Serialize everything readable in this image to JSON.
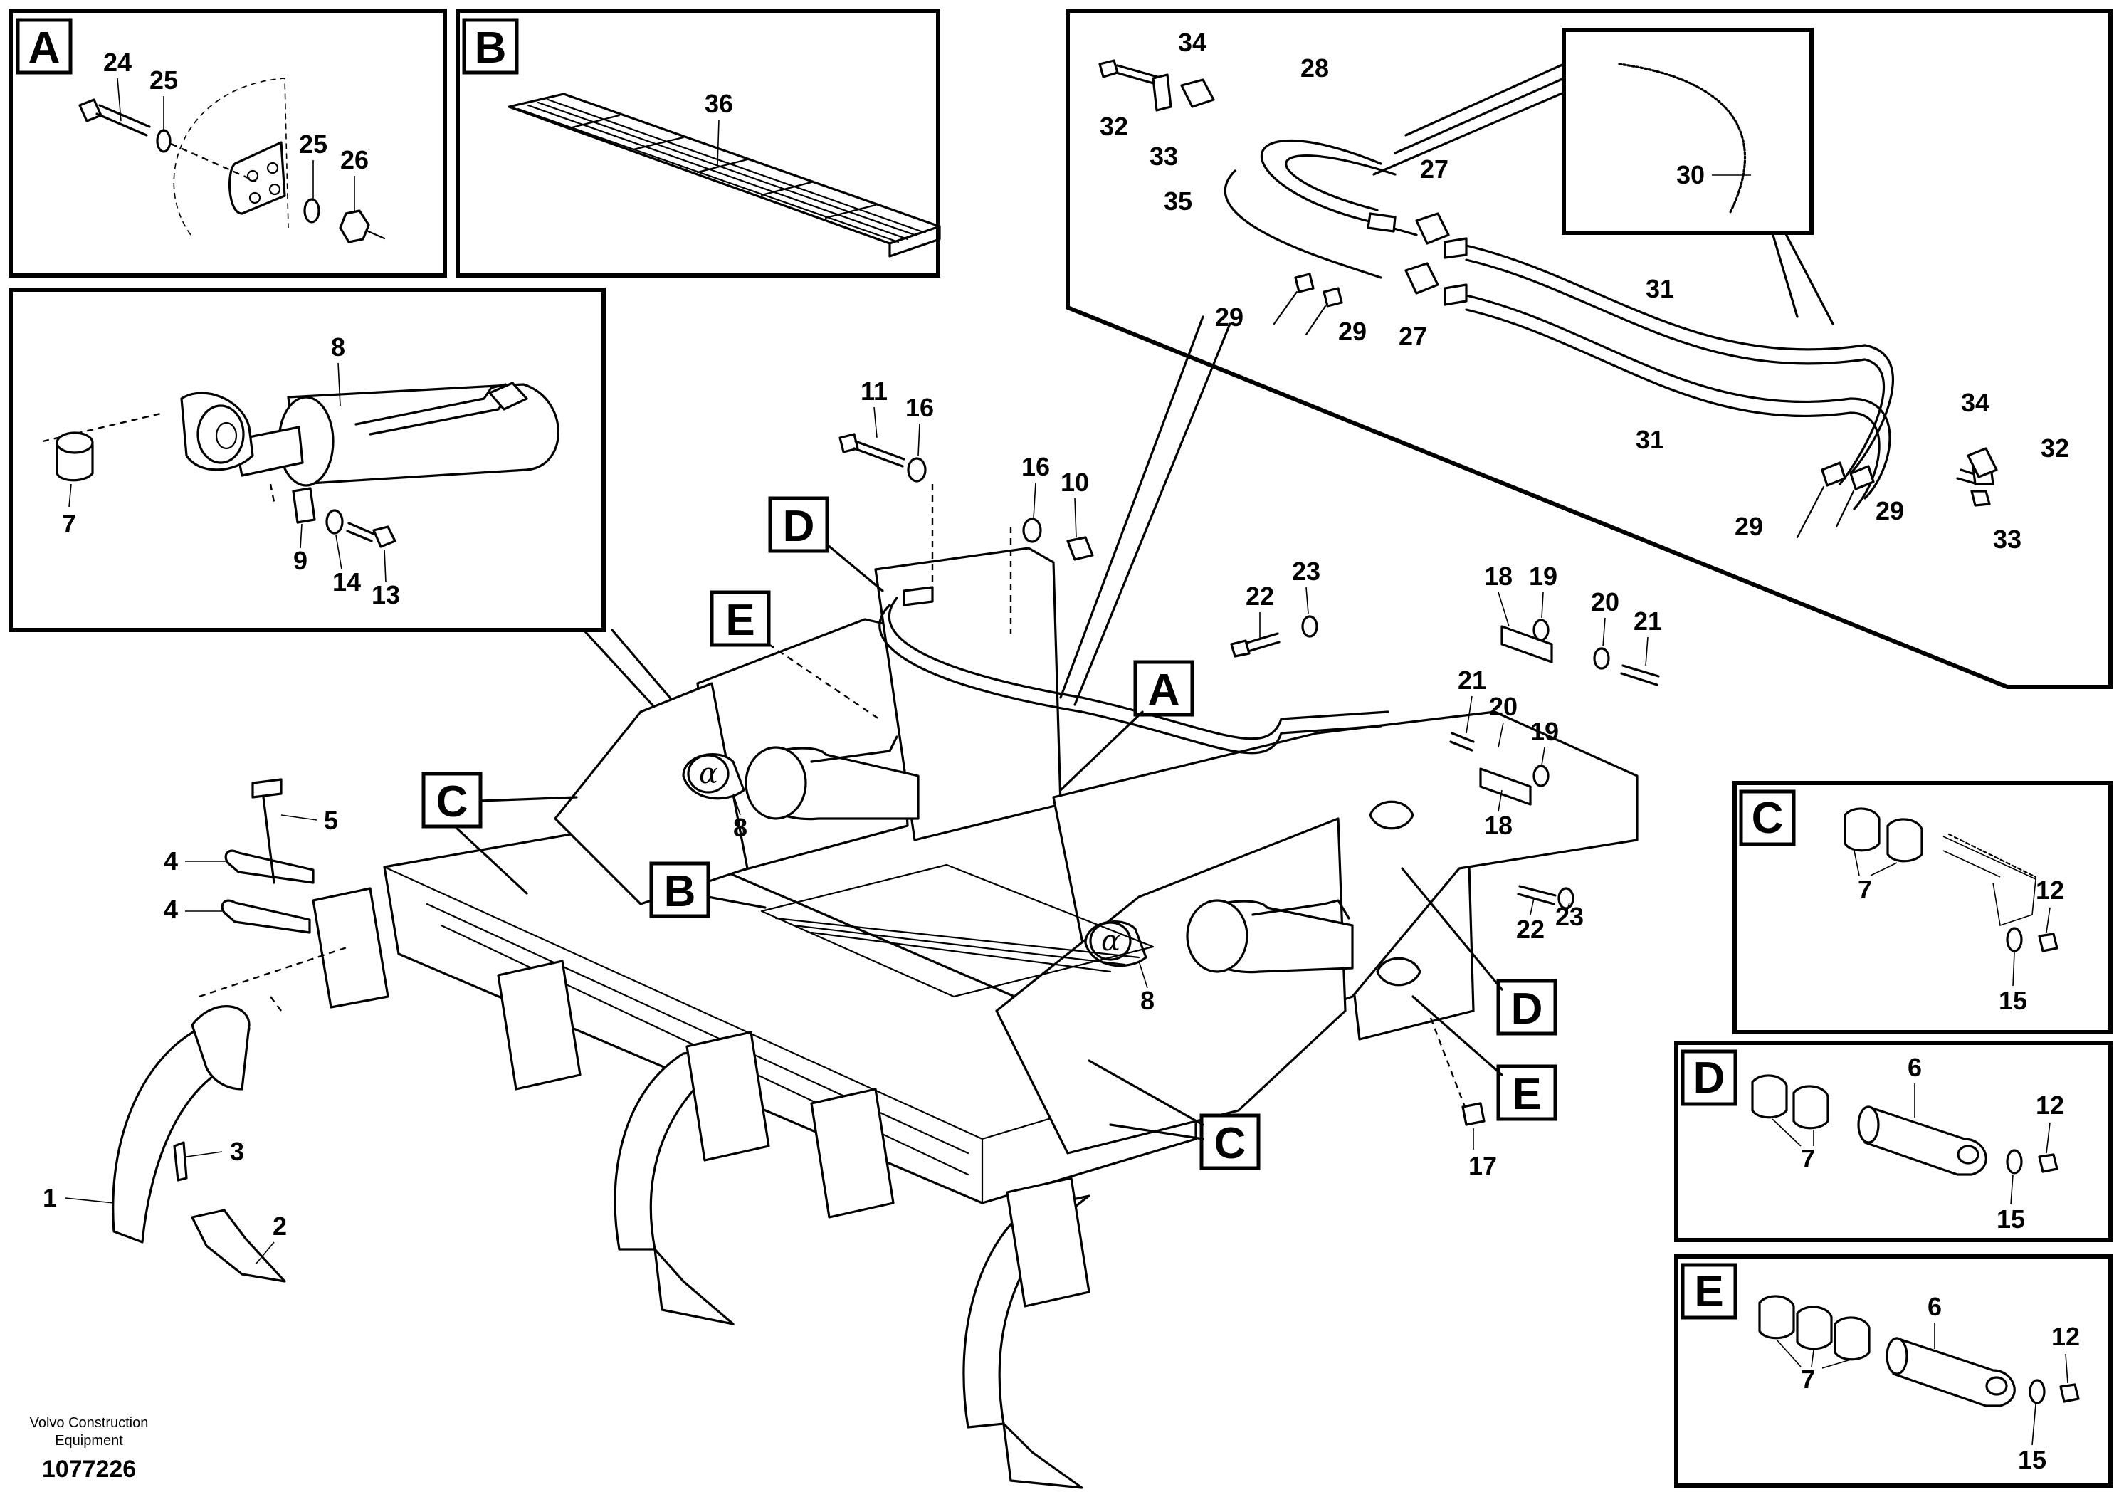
{
  "callout_letters": [
    "A",
    "B",
    "C",
    "D",
    "E"
  ],
  "part_numbers": [
    "1",
    "2",
    "3",
    "4",
    "5",
    "6",
    "7",
    "8",
    "9",
    "10",
    "11",
    "12",
    "13",
    "14",
    "15",
    "16",
    "17",
    "18",
    "19",
    "20",
    "21",
    "22",
    "23",
    "24",
    "25",
    "26",
    "27",
    "28",
    "29",
    "30",
    "31",
    "32",
    "33",
    "34",
    "35",
    "36"
  ],
  "cylinder_symbol": "α",
  "footer": {
    "maker_line1": "Volvo Construction",
    "maker_line2": "Equipment",
    "drawing_number": "1077226"
  }
}
